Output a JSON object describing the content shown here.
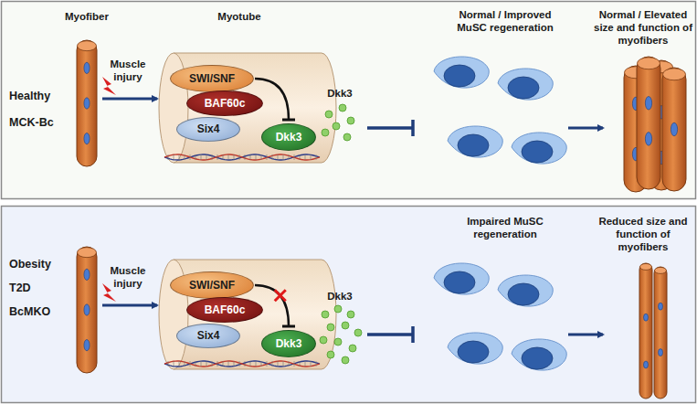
{
  "diagram": {
    "nodes": [
      {
        "text": [
          "SWI/SNF"
        ]
      },
      {
        "text": [
          "BAF60c"
        ]
      },
      {
        "text": [
          "Six4"
        ]
      },
      {
        "text": [
          "Dkk3"
        ]
      },
      {
        "text": [
          "SWI/SNF"
        ]
      },
      {
        "text": [
          "BAF60c"
        ]
      },
      {
        "text": [
          "Six4"
        ]
      },
      {
        "text": [
          "Dkk3"
        ]
      }
    ],
    "edges": [
      {
        "from": 0,
        "to": 3,
        "arrow": "to"
      },
      {
        "from": 4,
        "to": 7,
        "arrow": "to"
      }
    ],
    "labels": [
      "Myofiber",
      "Myotube",
      "Normal / Improved MuSC regeneration",
      "Normal / Elevated size and function of myofibers",
      "Healthy",
      "MCK-Bc",
      "Muscle injury",
      "Dkk3",
      "Obesity",
      "T2D",
      "BcMKO",
      "Muscle injury",
      "Dkk3",
      "Impaired MuSC regeneration",
      "Reduced size and function of myofibers"
    ]
  }
}
